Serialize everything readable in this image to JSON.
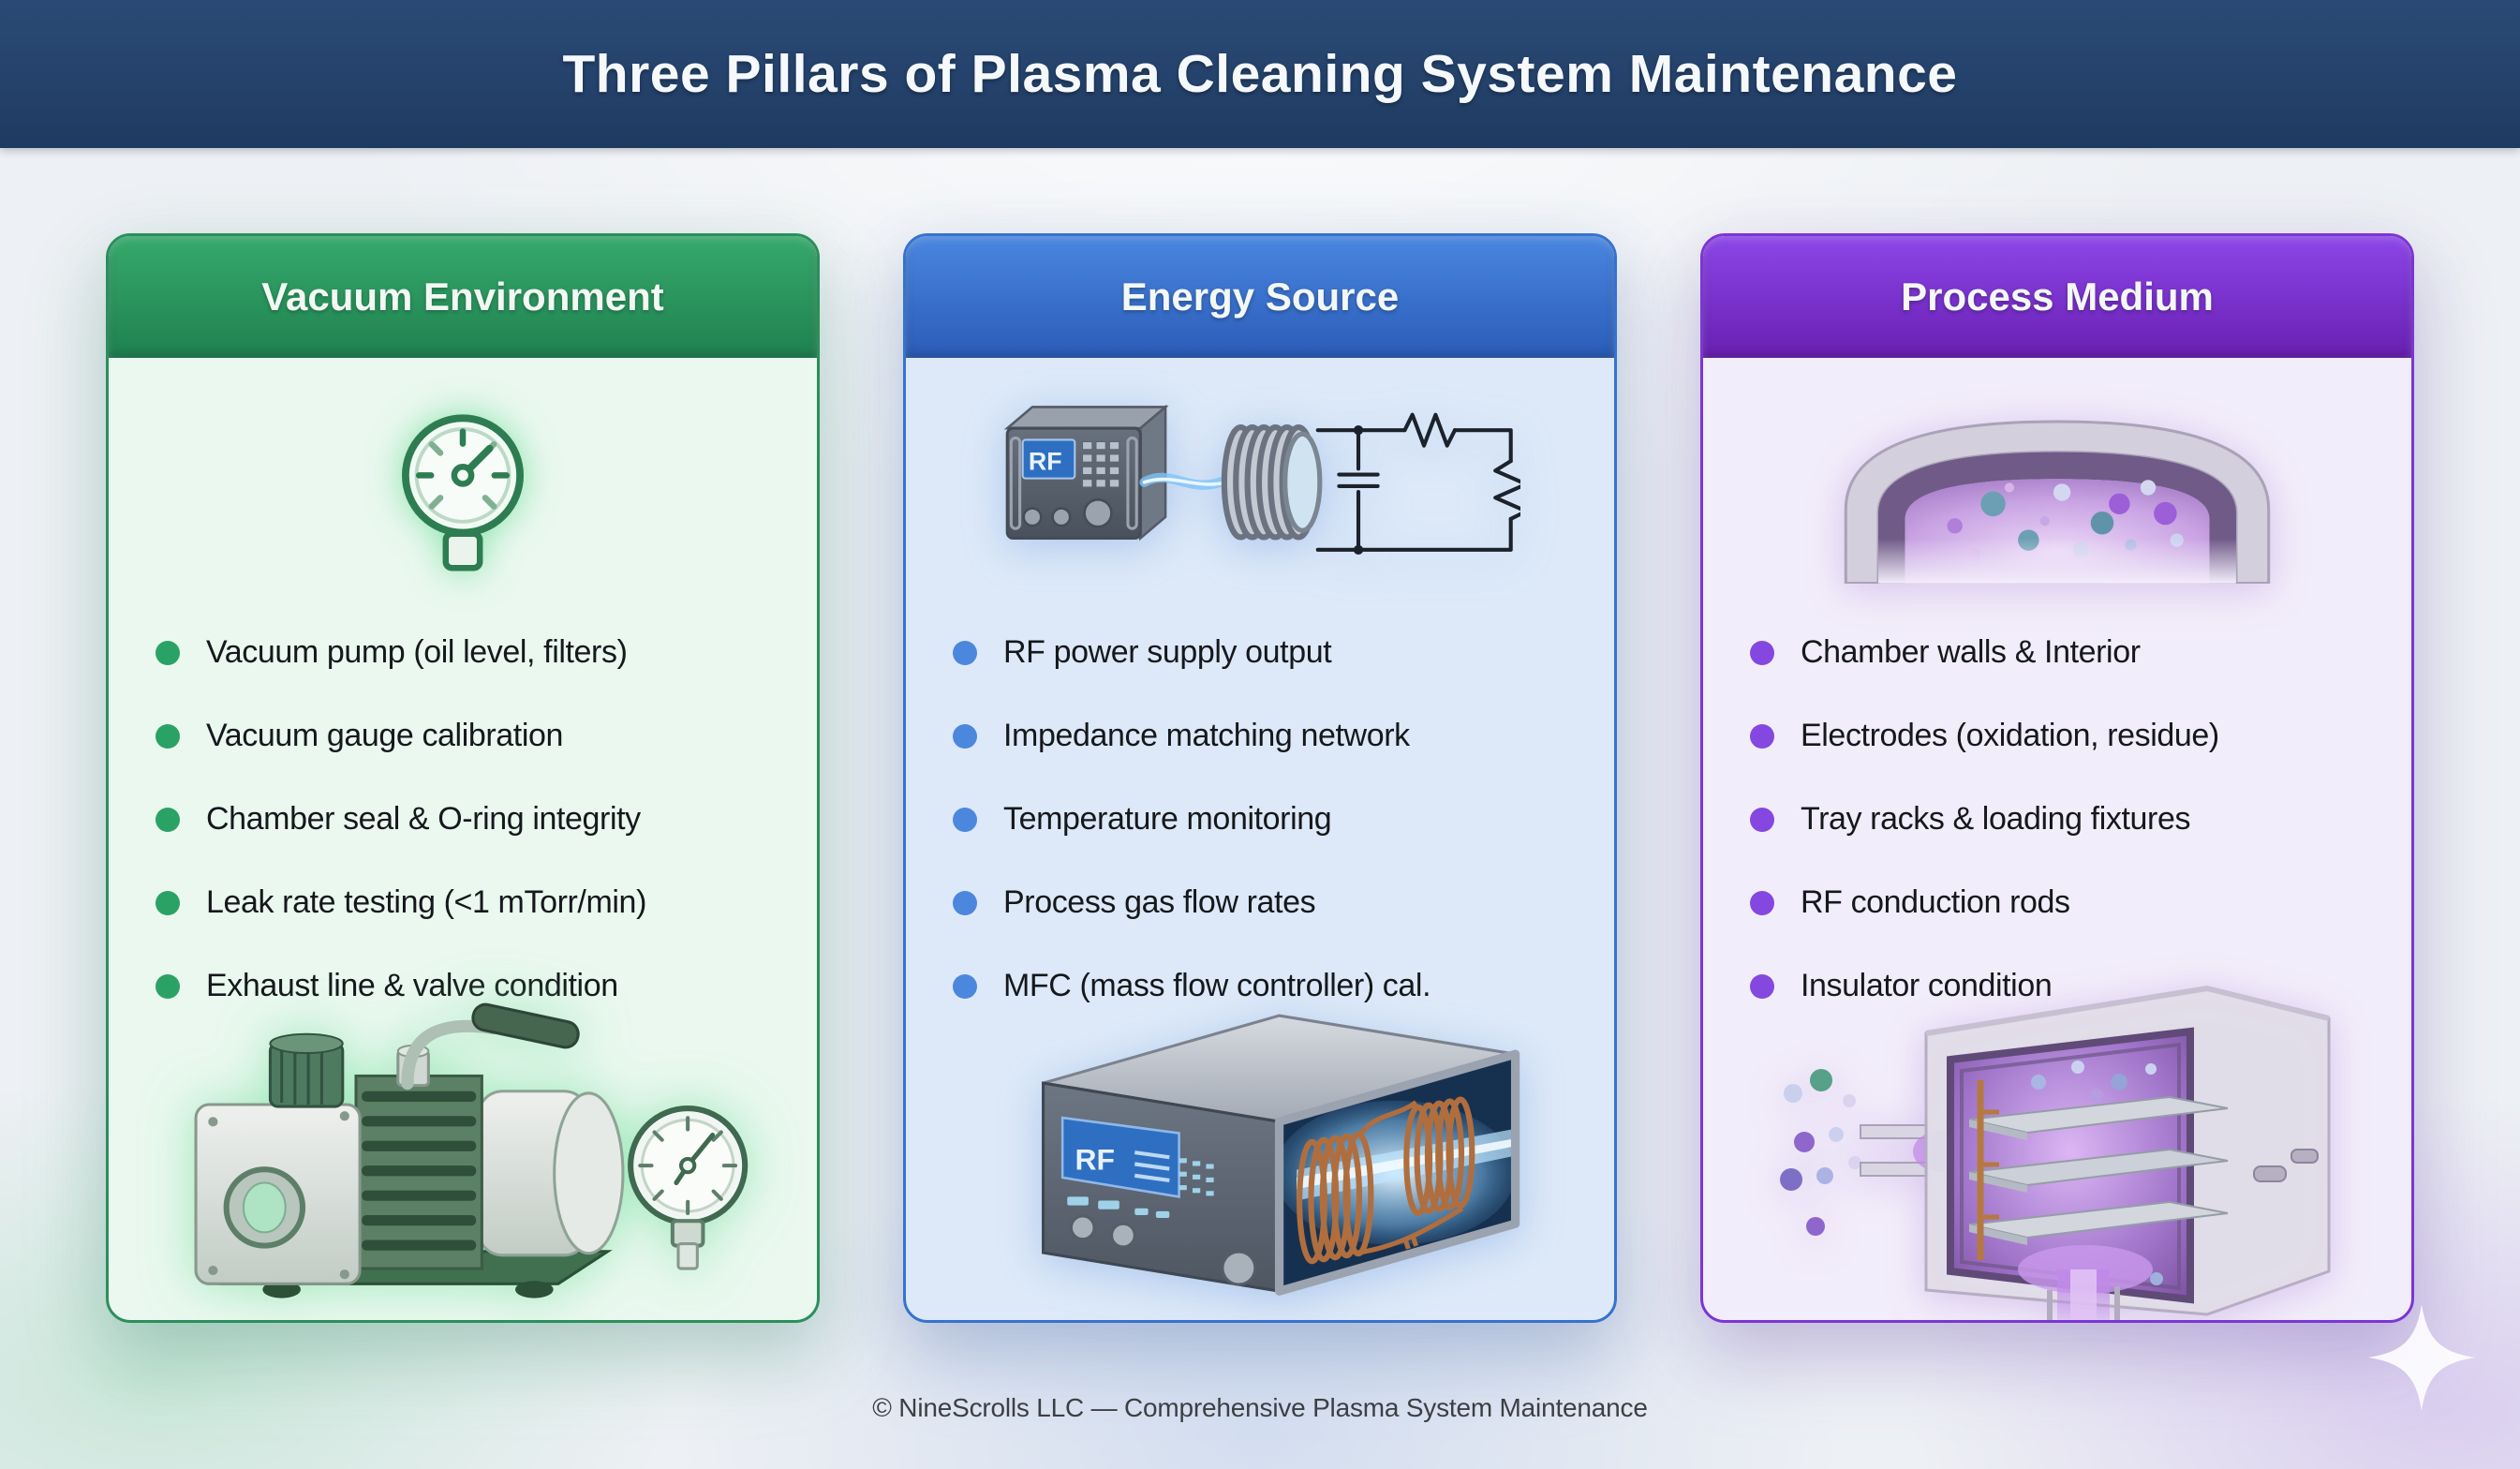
{
  "page": {
    "title": "Three Pillars of Plasma Cleaning System Maintenance",
    "footer": "© NineScrolls LLC — Comprehensive Plasma System Maintenance"
  },
  "colors": {
    "title_bar_bg": "#24426b",
    "page_bg": "#edf0f4",
    "text": "#15181c",
    "green_accent": "#2b8f5c",
    "blue_accent": "#3672cf",
    "purple_accent": "#7c35d6"
  },
  "pillars": [
    {
      "title": "Vacuum Environment",
      "accent": "#2b8f5c",
      "top_icon": "pressure-gauge-icon",
      "bottom_icon": "vacuum-pump-and-gauge-illustration",
      "items": [
        "Vacuum pump (oil level, filters)",
        "Vacuum gauge calibration",
        "Chamber seal & O-ring integrity",
        "Leak rate testing (<1 mTorr/min)",
        "Exhaust line & valve condition"
      ]
    },
    {
      "title": "Energy Source",
      "accent": "#3672cf",
      "top_icon": "rf-supply-matching-network-illustration",
      "bottom_icon": "rf-generator-coils-illustration",
      "screen_label": "RF",
      "items": [
        "RF power supply output",
        "Impedance matching network",
        "Temperature monitoring",
        "Process gas flow rates",
        "MFC (mass flow controller) cal."
      ]
    },
    {
      "title": "Process Medium",
      "accent": "#7c35d6",
      "top_icon": "plasma-chamber-molecules-illustration",
      "bottom_icon": "chamber-tray-rack-illustration",
      "items": [
        "Chamber walls & Interior",
        "Electrodes (oxidation, residue)",
        "Tray racks & loading fixtures",
        "RF conduction rods",
        "Insulator condition"
      ]
    }
  ]
}
